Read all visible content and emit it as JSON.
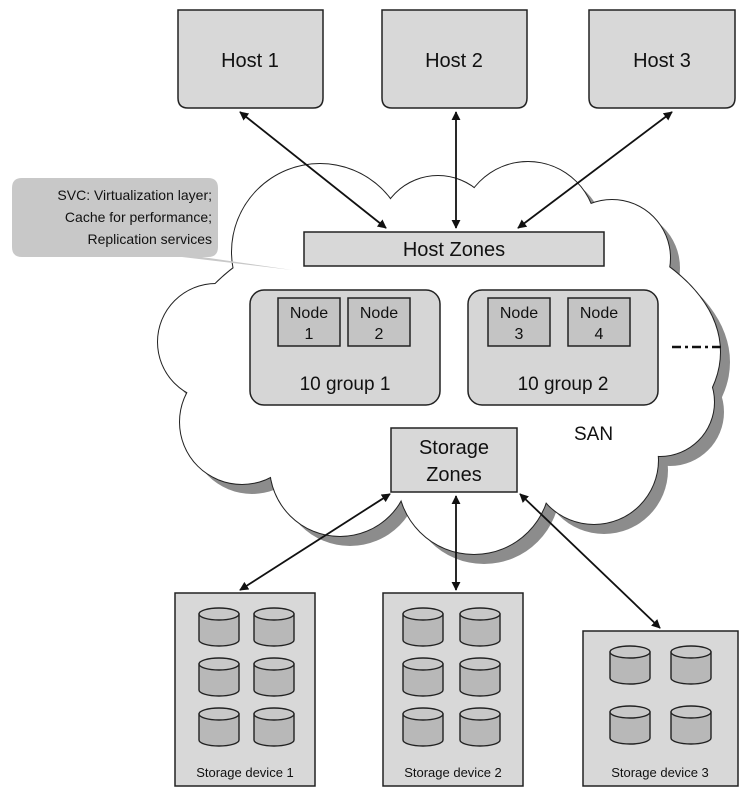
{
  "hosts": [
    {
      "label": "Host 1"
    },
    {
      "label": "Host 2"
    },
    {
      "label": "Host 3"
    }
  ],
  "callout": {
    "lines": [
      "SVC: Virtualization layer;",
      "Cache for performance;",
      "Replication services"
    ]
  },
  "host_zones": {
    "label": "Host Zones"
  },
  "io_groups": [
    {
      "label": "10 group 1",
      "nodes": [
        {
          "line1": "Node",
          "line2": "1"
        },
        {
          "line1": "Node",
          "line2": "2"
        }
      ]
    },
    {
      "label": "10 group 2",
      "nodes": [
        {
          "line1": "Node",
          "line2": "3"
        },
        {
          "line1": "Node",
          "line2": "4"
        }
      ]
    }
  ],
  "storage_zones": {
    "line1": "Storage",
    "line2": "Zones"
  },
  "san_label": "SAN",
  "storage_devices": [
    {
      "label": "Storage device 1",
      "disk_count": 6
    },
    {
      "label": "Storage device 2",
      "disk_count": 6
    },
    {
      "label": "Storage device 3",
      "disk_count": 4
    }
  ],
  "colors": {
    "box_fill": "#d8d8d8",
    "group_fill": "#d6d6d6",
    "cloud_fill": "#ffffff",
    "shadow": "#8c8c8c",
    "stroke": "#222222",
    "callout_fill": "#c8c8c8"
  }
}
